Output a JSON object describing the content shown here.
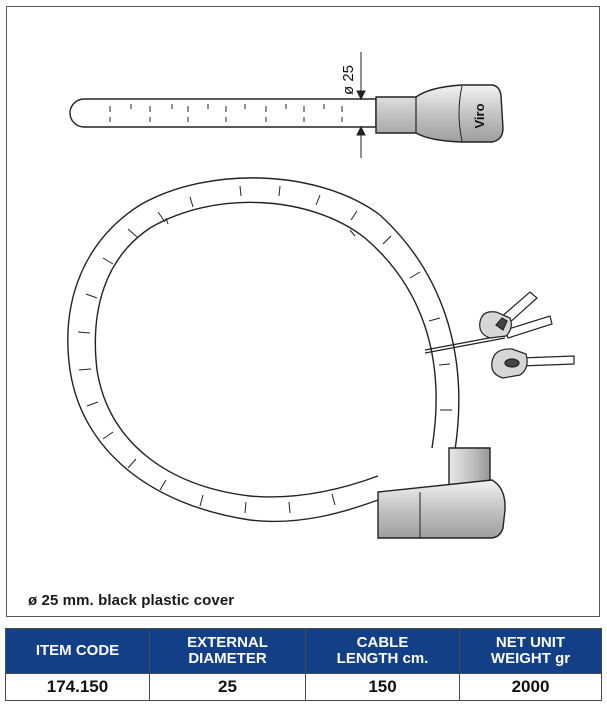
{
  "drawing": {
    "dimension_label": "ø 25",
    "logo_text": "Viro",
    "caption": "ø 25 mm. black plastic cover"
  },
  "table": {
    "headers": [
      {
        "line1": "ITEM CODE",
        "line2": ""
      },
      {
        "line1": "EXTERNAL",
        "line2": "DIAMETER"
      },
      {
        "line1": "CABLE",
        "line2": "LENGTH cm."
      },
      {
        "line1": "NET UNIT",
        "line2": "WEIGHT gr"
      }
    ],
    "row": [
      "174.150",
      "25",
      "150",
      "2000"
    ]
  },
  "colors": {
    "header_bg": "#123f85",
    "header_text": "#ffffff",
    "lock_body": "#c9c9c9",
    "line": "#222222"
  }
}
